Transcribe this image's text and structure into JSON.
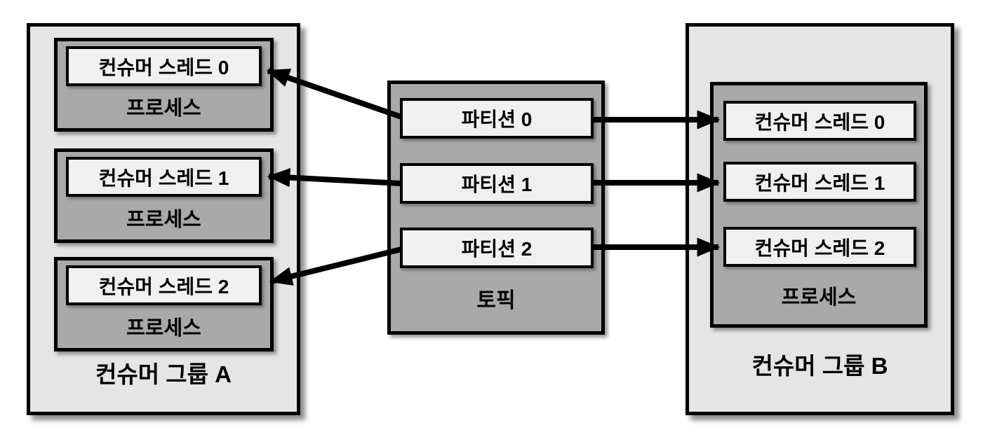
{
  "diagram": {
    "consumer_group_a": {
      "label": "컨슈머 그룹 A",
      "processes": [
        {
          "thread_label": "컨슈머 스레드 0",
          "process_label": "프로세스"
        },
        {
          "thread_label": "컨슈머 스레드 1",
          "process_label": "프로세스"
        },
        {
          "thread_label": "컨슈머 스레드 2",
          "process_label": "프로세스"
        }
      ]
    },
    "topic": {
      "label": "토픽",
      "partitions": [
        "파티션 0",
        "파티션 1",
        "파티션 2"
      ]
    },
    "consumer_group_b": {
      "label": "컨슈머 그룹 B",
      "process_label": "프로세스",
      "threads": [
        "컨슈머 스레드 0",
        "컨슈머 스레드 1",
        "컨슈머 스레드 2"
      ]
    },
    "connections": [
      {
        "from": "파티션 0",
        "to_group": "컨슈머 그룹 A",
        "to": "컨슈머 스레드 0"
      },
      {
        "from": "파티션 1",
        "to_group": "컨슈머 그룹 A",
        "to": "컨슈머 스레드 1"
      },
      {
        "from": "파티션 2",
        "to_group": "컨슈머 그룹 A",
        "to": "컨슈머 스레드 2"
      },
      {
        "from": "파티션 0",
        "to_group": "컨슈머 그룹 B",
        "to": "컨슈머 스레드 0"
      },
      {
        "from": "파티션 1",
        "to_group": "컨슈머 그룹 B",
        "to": "컨슈머 스레드 1"
      },
      {
        "from": "파티션 2",
        "to_group": "컨슈머 그룹 B",
        "to": "컨슈머 스레드 2"
      }
    ],
    "colors": {
      "group_fill": "#e5e5e5",
      "container_fill": "#a9a9a9",
      "item_fill": "#f0f0f0",
      "border": "#000000",
      "arrow": "#000000",
      "background": "#ffffff"
    }
  }
}
